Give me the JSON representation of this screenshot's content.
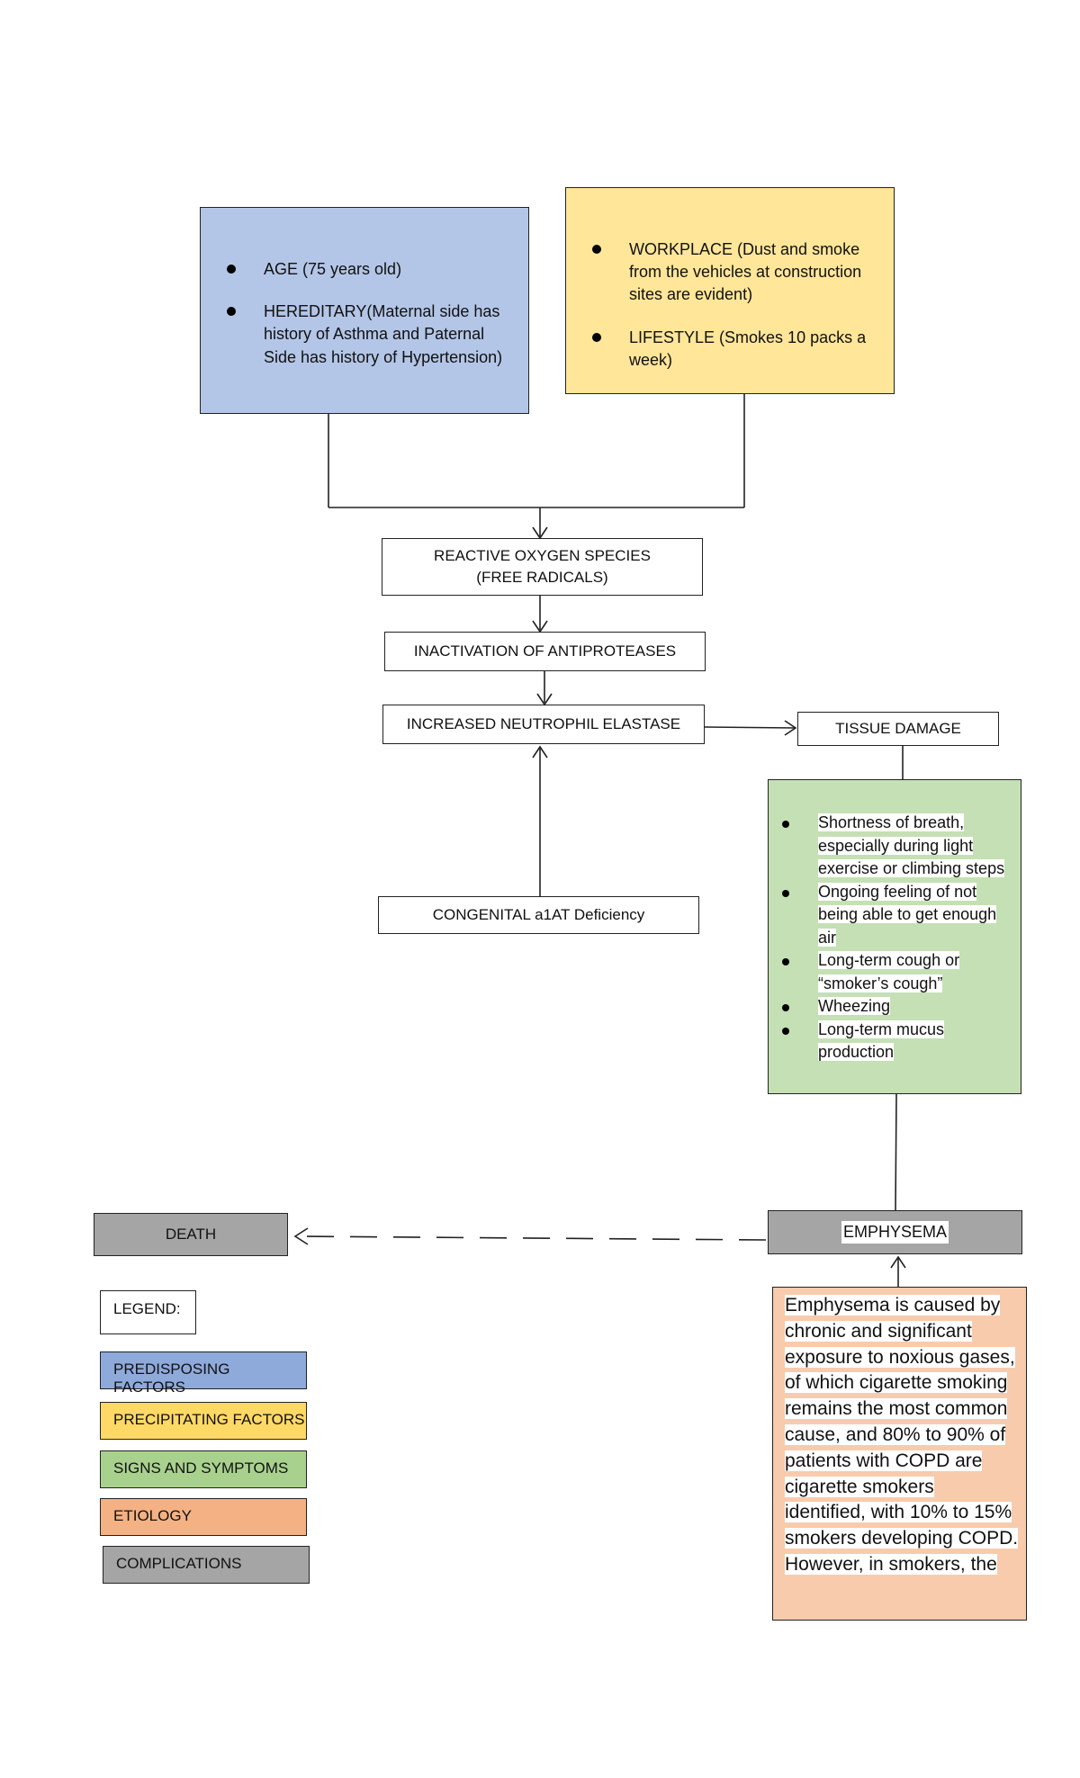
{
  "predisposing": {
    "items": [
      "AGE (75 years old)",
      "HEREDITARY(Maternal side has history of Asthma and Paternal Side has history of Hypertension)"
    ]
  },
  "precipitating": {
    "items": [
      "WORKPLACE (Dust and smoke from the vehicles at construction sites are evident)",
      "LIFESTYLE (Smokes 10 packs a week)"
    ]
  },
  "flow": {
    "ros_line1": "REACTIVE OXYGEN SPECIES",
    "ros_line2": "(FREE RADICALS)",
    "inactivation": "INACTIVATION OF ANTIPROTEASES",
    "neutrophil": "INCREASED NEUTROPHIL ELASTASE",
    "tissue_damage": "TISSUE DAMAGE",
    "congenital": "CONGENITAL a1AT Deficiency"
  },
  "signs": {
    "items": [
      "Shortness of breath, especially during light exercise or climbing steps",
      "Ongoing feeling of not being able to get enough air",
      "Long-term cough or “smoker’s cough”",
      "Wheezing",
      "Long-term mucus production"
    ]
  },
  "complications": {
    "emphysema": "EMPHYSEMA",
    "death": "DEATH"
  },
  "etiology": {
    "text": "Emphysema is caused by chronic and significant exposure to noxious gases, of which cigarette smoking remains the most common cause, and 80% to 90% of patients with COPD are cigarette smokers identified, with 10% to 15% smokers developing COPD. However, in smokers, the"
  },
  "legend": {
    "label": "LEGEND:",
    "predisposing": "PREDISPOSING FACTORS",
    "precipitating": "PRECIPITATING FACTORS",
    "signs": "SIGNS AND SYMPTOMS",
    "etiology": "ETIOLOGY",
    "complications": "COMPLICATIONS"
  },
  "colors": {
    "predisposing": "#b4c6e7",
    "precipitating": "#ffe699",
    "signs": "#c5e0b4",
    "etiology": "#f8cbad",
    "complications": "#a6a5a5"
  }
}
